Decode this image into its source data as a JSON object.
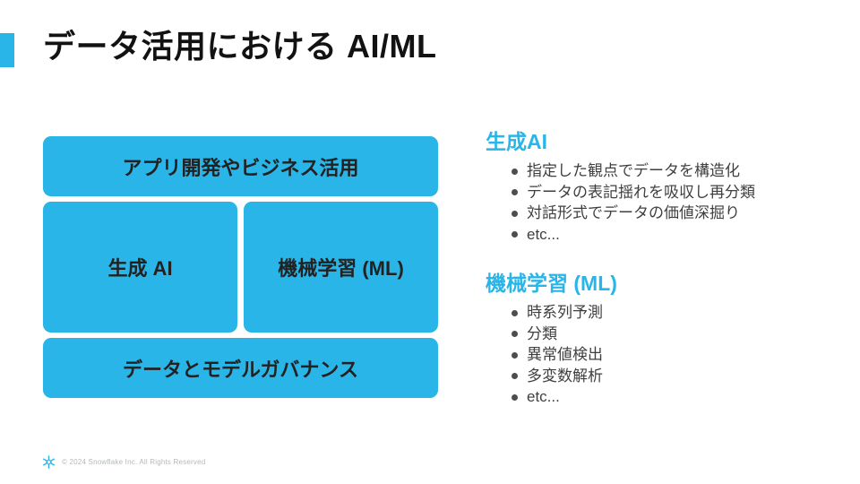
{
  "slide": {
    "title": "データ活用における AI/ML",
    "accent_color": "#29B5E8",
    "box_text_color": "#222222",
    "bullet_text_color": "#3f3f3f"
  },
  "diagram": {
    "top_box": "アプリ開発やビジネス活用",
    "left_box": "生成 AI",
    "right_box": "機械学習 (ML)",
    "bottom_box": "データとモデルガバナンス"
  },
  "sections": [
    {
      "heading": "生成AI",
      "bullets": [
        "指定した観点でデータを構造化",
        "データの表記揺れを吸収し再分類",
        "対話形式でデータの価値深掘り",
        "etc..."
      ]
    },
    {
      "heading": "機械学習 (ML)",
      "bullets": [
        "時系列予測",
        "分類",
        "異常値検出",
        "多変数解析",
        "etc..."
      ]
    }
  ],
  "footer": {
    "logo_icon": "snowflake-icon",
    "copyright": "© 2024 Snowflake Inc. All Rights Reserved"
  }
}
